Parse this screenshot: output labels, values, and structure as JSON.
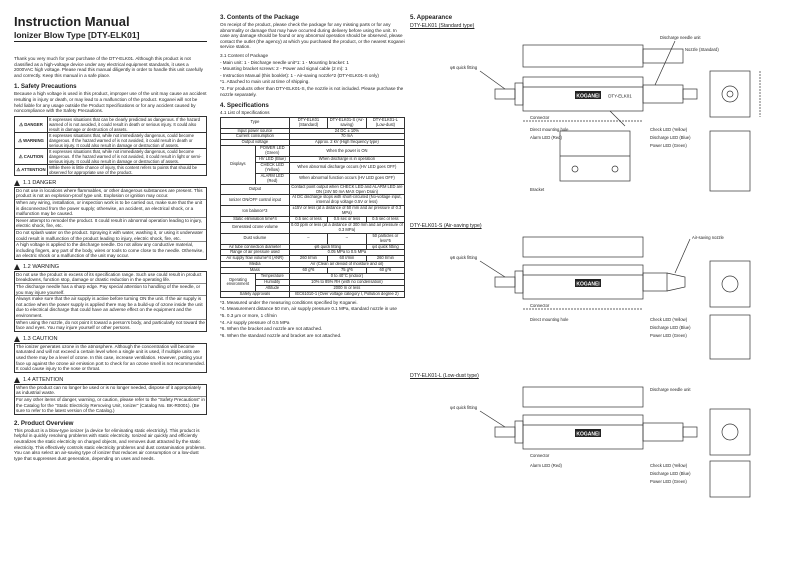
{
  "title": "Instruction Manual",
  "subtitle": "Ionizer Blow Type [DTY-ELK01]",
  "intro": "Thank you very much for your purchase of the DTY-ELK01. Although this product is not classified as a high-voltage device under any electrical equipment standards, it uses a 2000VAC high voltage. Please read this manual diligently in order to handle this unit carefully and correctly. Keep this manual in a safe place.",
  "s1": {
    "title": "1. Safety Precautions",
    "text": "Because a high voltage is used in this product, improper use of the unit may cause an accident resulting in injury or death, or may lead to a malfunction of the product. Koganei will not be held liable for any usage outside the Product Specifications or for any accident caused by noncompliance with the Safety Precautions.",
    "signals": [
      {
        "label": "DANGER",
        "text": "It expresses situations that can be clearly predicted as dangerous. If the hazard warned of is not avoided, it could result in death or serious injury. It could also result in damage or destruction of assets."
      },
      {
        "label": "WARNING",
        "text": "It expresses situations that, while not immediately dangerous, could become dangerous. If the hazard warned of is not avoided, it could result in death or serious injury. It could also result in damage or destruction of assets."
      },
      {
        "label": "CAUTION",
        "text": "It expresses situations that, while not immediately dangerous, could become dangerous. If the hazard warned of is not avoided, it could result in light or semi-serious injury. It could also result in damage or destruction of assets."
      },
      {
        "label": "ATTENTION",
        "text": "While there is little chance of injury, this content refers to points that should be observed for appropriate use of the product."
      }
    ],
    "danger_head": "1.1  DANGER",
    "danger_items": [
      "Do not use in locations where flammables, or other dangerous substances are present. This product is not an explosion-proof type unit. Explosion or ignition may occur.",
      "When any wiring, installation, or inspection work is to be carried out, make sure that the unit is disconnected from the power supply; otherwise, an accident, an electrical shock, or a malfunction may be caused.",
      "Never attempt to remodel the product. It could result in abnormal operation leading to injury, electric shock, fire, etc.",
      "Do not splash water on the product. Spraying it with water, washing it, or using it underwater could result in malfunction of the product leading to injury, electric shock, fire, etc.",
      "A high voltage is applied to the discharge needle. Do not allow any conductive material, including fingers, any part of the body, wires or tools to come close to the needle. Otherwise, an electric shock or a malfunction of the unit may occur."
    ],
    "warning_head": "1.2  WARNING",
    "warning_items": [
      "Do not use the product in excess of its specification range. Such use could result in product breakdowns, function stop, damage or drastic reduction in the operating life.",
      "The discharge needle has a sharp edge. Pay special attention to handling of the needle, or you may injure yourself.",
      "Always make sure that the air supply is active before turning ON the unit. If the air supply is not active when the power supply is applied there may be a build-up of ozone inside the unit due to electrical discharge that could have an adverse effect on the equipment and the environment.",
      "When using the nozzle, do not point it toward a person's body, and particularly not toward the face and eyes. You may injure yourself or other persons."
    ],
    "caution_head": "1.3  CAUTION",
    "caution_items": [
      "The ionizer generates ozone in the atmosphere. Although the concentration will become saturated and will not exceed a certain level when a single unit is used, if multiple units are used there may be a level of ozone. In this case, increase ventilation. However, putting your face up against the ozone air emission port to check for an ozone smell is not recommended. It could cause injury to the nose or throat."
    ],
    "attention_head": "1.4  ATTENTION",
    "attention_items": [
      "When the product can no longer be used or is no longer needed, dispose of it appropriately as industrial waste.",
      "For any other items of danger, warning, or caution, please refer to the \"Safety Precautions\" in the Catalog for the \"Static Electricity Removing Unit, Ionizer\" (Catalog No. BK-R0001). (Be sure to refer to the latest version of the Catalog.)"
    ]
  },
  "s2": {
    "title": "2. Product Overview",
    "text": "This product is a blow-type ionizer (a device for eliminating static electricity). This product is helpful in quickly resolving problems with static electricity. Ionized air quickly and efficiently neutralizes the static electricity on charged objects, and removes dust attracted by the static electricity. This effectively controls static electricity problems and dust contamination problems. You can also select an air-saving type of ionizer that reduces air consumption or a low-dust type that suppresses dust generation, depending on uses and needs."
  },
  "s3": {
    "title": "3. Contents of the Package",
    "text": "On receipt of the product, please check the package for any missing parts or for any abnormality or damage that may have occurred during delivery before using the unit. In case any damage should be found or any abnormal operation should be observed, please contact the outlet (the agency) at which you purchased the product, or the nearest Koganei service station.",
    "list_head": "3.1 Content of Package",
    "items": [
      "- Main unit: 1        - Discharge needle unit*1: 1        - Mounting bracket: 1",
      "- Mounting bracket screws: 2        - Power and signal cable (2 m): 1",
      "- Instruction Manual (this booklet): 1     - Air-saving nozzle*2 (DTY-ELK01-S only)"
    ],
    "notes": [
      "*1. Attached to main unit at time of shipping.",
      "*2. For products other than DTY-ELK01-S, the nozzle is not included. Please purchase the nozzle separately."
    ]
  },
  "s4": {
    "title": "4. Specifications",
    "sub": "4.1 List of Specifications",
    "header": [
      "Type",
      "DTY-ELK01 (Standard)",
      "DTY-ELK01-S (Air-saving)",
      "DTY-ELK01-L (Low-dust)"
    ],
    "rows": [
      [
        "Input power source",
        "24 DC ± 10%"
      ],
      [
        "Current consumption",
        "70 mA"
      ],
      [
        "Output voltage",
        "Approx. 2 kV (High frequency type)"
      ],
      [
        "POWER LED (Green)",
        "When the power is ON"
      ],
      [
        "HV LED (Blue)",
        "When discharge is in operation"
      ],
      [
        "CHECK LED (Yellow)",
        "When abnormal discharge occurs (HV LED goes OFF)"
      ],
      [
        "ALARM LED (Red)",
        "When abnormal function occurs (HV LED goes OFF)"
      ],
      [
        "Output",
        "Contact point output when CHECK LED and ALARM LED are ON (24V 50 mA MAX Open Drain)"
      ],
      [
        "Ionizer ON/OFF control input",
        "At DC discharge stops with short-circuited (No-voltage input, internal drop voltage 0.5V or less)"
      ],
      [
        "Ion balance*3",
        "±15V or less (at a distance of 50 mm and air pressure of 0.3 MPa)"
      ],
      [
        "Static elimination time*4",
        "0.5 sec or less",
        "0.5 sec or less",
        "0.5 sec or less"
      ],
      [
        "Generated ozone volume",
        "0.03 ppm or less (at a distance of 300 mm and air pressure of 0.3 MPa)"
      ],
      [
        "Dust volume",
        "–",
        "–",
        "50 particles or less*5"
      ],
      [
        "Air tube connection diameter",
        "φ6 quick fitting",
        "",
        "φ4 quick fitting"
      ],
      [
        "Range of air pressure used",
        "0.05 MPa to 0.5 MPa"
      ],
      [
        "Air supply flow volume*4 (ANR)",
        "260 ℓ/min",
        "60 ℓ/min",
        "260 ℓ/min"
      ],
      [
        "Media",
        "Air (Clean air devoid of moisture and oil)"
      ],
      [
        "Mass",
        "60 g*6",
        "75 g*6",
        "60 g*6"
      ],
      [
        "Temperature",
        "0 to 40°C (indoor)"
      ],
      [
        "Humidity",
        "10% to 85% RH (with no condensation)"
      ],
      [
        "Altitude",
        "2000 m or less"
      ],
      [
        "Safety approvals",
        "IEC61010-1 (Over voltage category I, Pollution degree 2)"
      ]
    ],
    "operating_env": "Operating environment",
    "displays": "Displays",
    "notes": [
      "*3. Measured under the measuring conditions specified by Koganei.",
      "*4. Measurement distance 50 mm, air supply pressure 0.1 MPa, standard nozzle in use",
      "*5. 0.3 μm or more, 1 cf/min",
      "*4. Air supply pressure of 0.5 MPa",
      "*6. When the bracket and nozzle are not attached.",
      "*6. When the standard nozzle and bracket are not attached."
    ]
  },
  "s5": {
    "title": "5. Appearance",
    "figs": [
      "DTY-ELK01 (Standard type)",
      "DTY-ELK01-S (Air-saving type)",
      "DTY-ELK01-L (Low-dust type)"
    ],
    "logo": "KOGANEI",
    "model_plate": "DTY-ELK01",
    "labels": {
      "fitting": "φ6 quick fitting",
      "fitting4": "φ4 quick fitting",
      "connector": "Connector",
      "needle": "Discharge needle unit",
      "nozzle": "Nozzle (Standard)",
      "mount": "Direct mounting hole",
      "alarm": "Alarm LED (Red)",
      "check": "Check LED (Yellow)",
      "discharge_led": "Discharge LED (Blue)",
      "power_led": "Power LED (Green)",
      "bracket": "Bracket",
      "airsave": "Air-saving nozzle"
    }
  }
}
